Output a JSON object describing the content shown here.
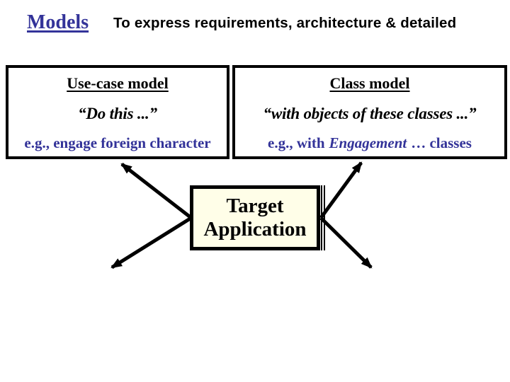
{
  "slide": {
    "title": "Models",
    "subtitle": "To express requirements, architecture & detailed"
  },
  "boxes": {
    "use_case": {
      "heading": "Use-case model",
      "quote": "“Do this ...”",
      "example": "e.g., engage foreign character"
    },
    "class_model": {
      "heading": "Class model",
      "quote": "“with objects of these classes ...”",
      "example_prefix": "e.g., with",
      "example_emphasis": "Engagement",
      "example_suffix": "… classes"
    },
    "target": {
      "line1": "Target",
      "line2": "Application"
    }
  },
  "colors": {
    "accent_blue": "#333399",
    "target_fill": "#fffee8",
    "border_black": "#000000",
    "background": "#ffffff"
  }
}
